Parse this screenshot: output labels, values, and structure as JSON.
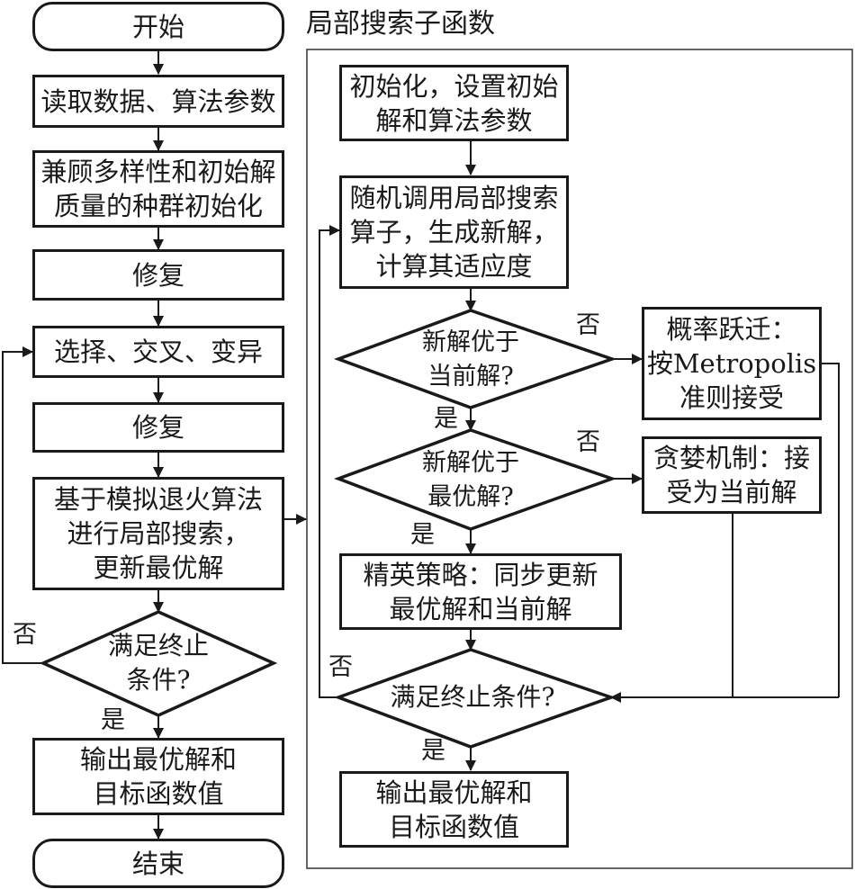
{
  "main_flow": {
    "start": "开始",
    "read_data": "读取数据、算法参数",
    "init_population": "兼顾多样性和初始解\n质量的种群初始化",
    "repair_1": "修复",
    "select_cross_mutate": "选择、交叉、变异",
    "repair_2": "修复",
    "local_search": "基于模拟退火算法\n进行局部搜索，\n更新最优解",
    "termination_check": "满足终止\n条件?",
    "output": "输出最优解和\n目标函数值",
    "end": "结束",
    "no_label": "否",
    "yes_label": "是"
  },
  "subfunction": {
    "title": "局部搜索子函数",
    "init": "初始化，设置初始\n解和算法参数",
    "generate": "随机调用局部搜索\n算子，生成新解，\n计算其适应度",
    "better_than_current": "新解优于\n当前解?",
    "metropolis": "概率跃迁：\n按Metropolis\n准则接受",
    "better_than_best": "新解优于\n最优解?",
    "greedy": "贪婪机制：接\n受为当前解",
    "elite": "精英策略：同步更新\n最优解和当前解",
    "termination_check": "满足终止条件?",
    "output": "输出最优解和\n目标函数值",
    "no_label_1": "否",
    "yes_label_1": "是",
    "no_label_2": "否",
    "yes_label_2": "是",
    "no_label_3": "否",
    "yes_label_3": "是"
  }
}
